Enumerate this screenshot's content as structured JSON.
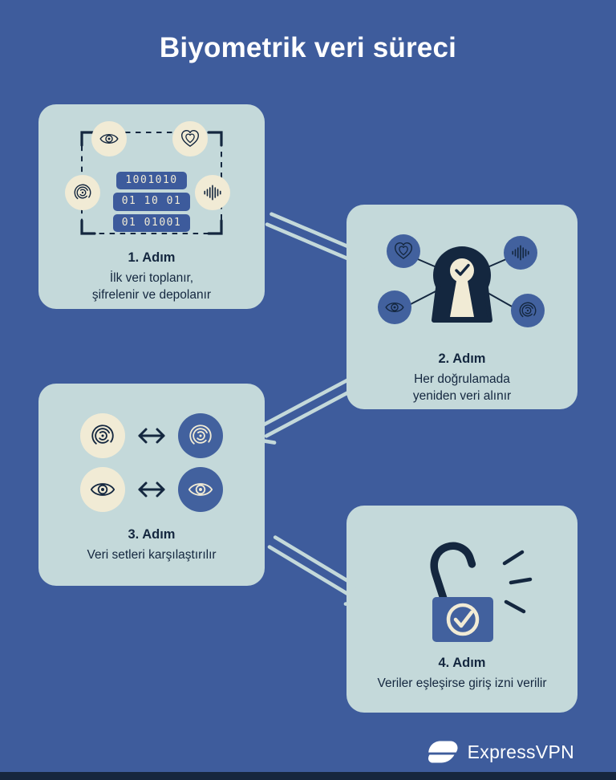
{
  "title": "Biyometrik veri süreci",
  "cards": [
    {
      "label": "1. Adım",
      "desc": "İlk veri toplanır,\nşifrelenir ve depolanır"
    },
    {
      "label": "2. Adım",
      "desc": "Her doğrulamada\nyeniden veri alınır"
    },
    {
      "label": "3. Adım",
      "desc": "Veri setleri karşılaştırılır"
    },
    {
      "label": "4. Adım",
      "desc": "Veriler eşleşirse giriş izni verilir"
    }
  ],
  "binary_chips": [
    "1001010",
    "01 10 01",
    "01 01001"
  ],
  "footer": {
    "brand": "ExpressVPN"
  },
  "colors": {
    "background": "#3E5C9C",
    "card": "#C4D9DA",
    "navy": "#14273F",
    "cream": "#F1EBD5",
    "accent_blue": "#42619E"
  }
}
